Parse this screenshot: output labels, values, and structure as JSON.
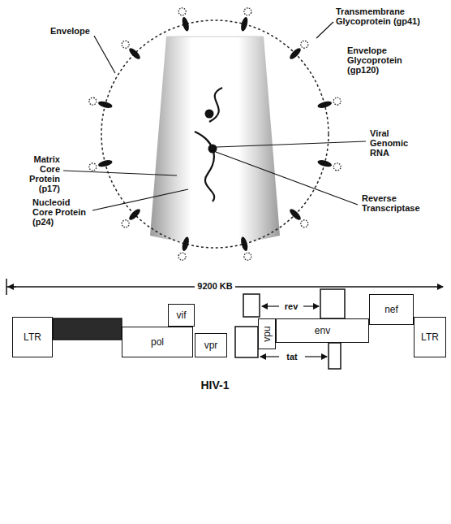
{
  "diagram": {
    "caption": "HIV-1",
    "nodes": [
      {
        "text": [
          "LTR"
        ]
      },
      {
        "text": [
          "vif"
        ]
      },
      {
        "text": [
          "pol"
        ]
      },
      {
        "text": [
          "vpr"
        ]
      },
      {
        "text": [
          "vpu"
        ]
      },
      {
        "text": [
          "env"
        ]
      },
      {
        "text": [
          "nef"
        ]
      },
      {
        "text": [
          "LTR"
        ]
      }
    ],
    "labels": [
      "Envelope",
      "Transmembrane Glycoprotein (gp41)",
      "Envelope Glycoprotein (gp120)",
      "Matrix Core Protein (p17)",
      "Viral Genomic RNA",
      "Nucleoid Core Protein (p24)",
      "Reverse Transcriptase",
      "9200 KB",
      "rev",
      "tat"
    ]
  }
}
